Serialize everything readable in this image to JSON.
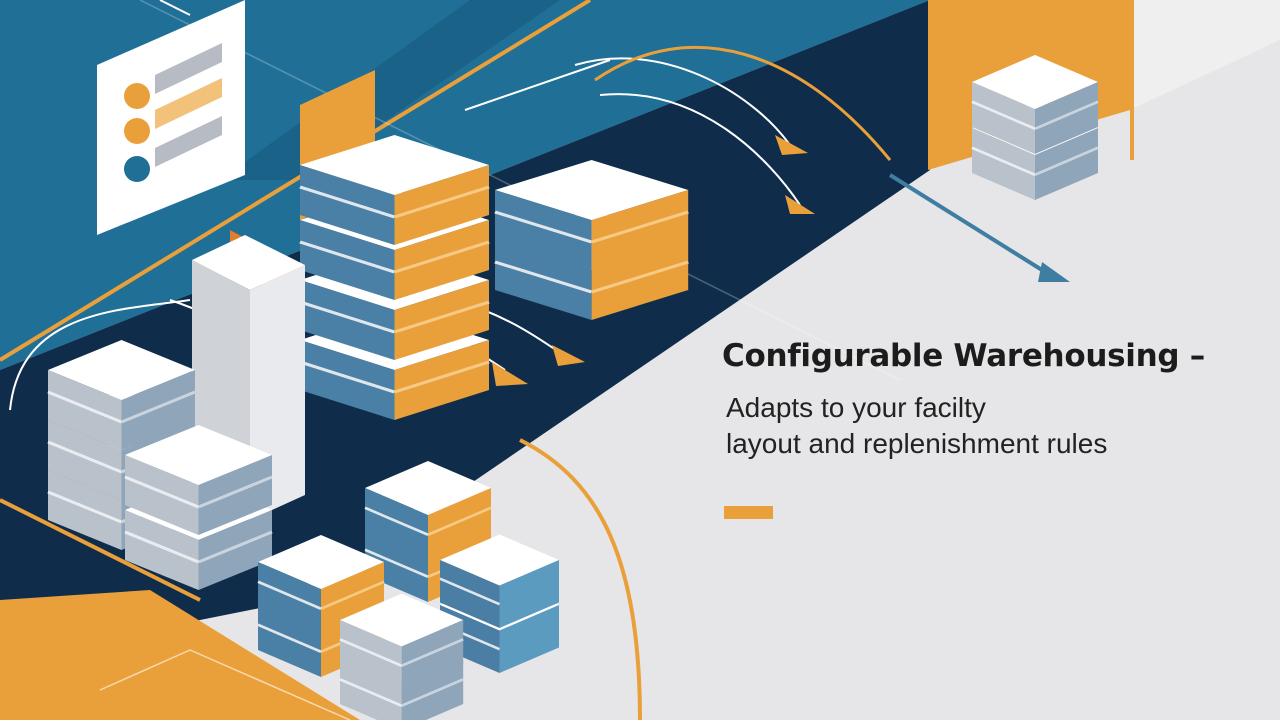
{
  "headline": "Configurable Warehousing –",
  "subtitle_lines": [
    "Adapts to your facilty",
    "layout and replenishment rules"
  ],
  "colors": {
    "navy": "#0f2d4b",
    "teal": "#1f6f96",
    "orange": "#eaa03a",
    "light_gray": "#e6e6e8",
    "steel_blue": "#3f7da3"
  }
}
